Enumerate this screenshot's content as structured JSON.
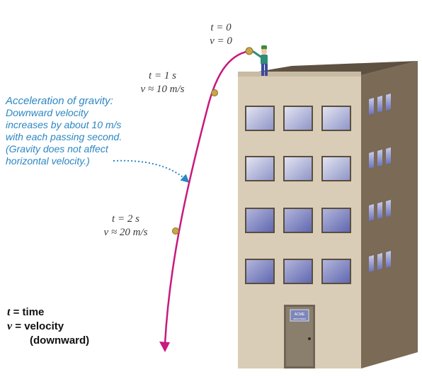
{
  "markers": [
    {
      "t": "t = 0",
      "v": "v = 0"
    },
    {
      "t": "t = 1 s",
      "v": "v ≈ 10 m/s"
    },
    {
      "t": "t = 2 s",
      "v": "v ≈ 20 m/s"
    }
  ],
  "caption": {
    "title": "Acceleration of gravity:",
    "body": "Downward velocity increases by about 10 m/s with each passing second. (Gravity does not affect horizontal velocity.)"
  },
  "legend": {
    "t_symbol": "t",
    "t_text": "= time",
    "v_symbol": "v",
    "v_text": "= velocity",
    "v_note": "(downward)"
  },
  "building": {
    "sign_line1": "ACME",
    "sign_line2": "INDUSTRIES"
  },
  "colors": {
    "trajectory": "#c8197e",
    "caption": "#2b86c4",
    "building_front": "#d9cdb7",
    "building_side": "#7a6a56",
    "ball": "#c9a64a"
  }
}
